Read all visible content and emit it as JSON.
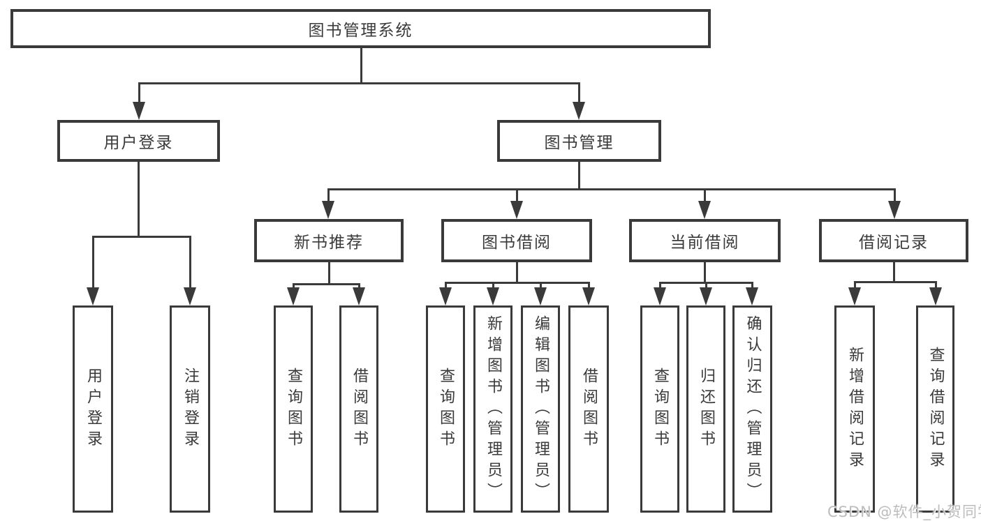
{
  "diagram": {
    "type": "hierarchy-tree",
    "title": "图书管理系统",
    "watermark": "CSDN @软件_小贺同学",
    "colors": {
      "line": "#3a3a3a",
      "text": "#3a3a3a",
      "background": "#ffffff",
      "watermark": "#bcbcbc"
    }
  },
  "nodes": {
    "root": {
      "label": "图书管理系统"
    },
    "level2": [
      {
        "label": "用户登录",
        "parent": "图书管理系统"
      },
      {
        "label": "图书管理",
        "parent": "图书管理系统"
      }
    ],
    "level3": [
      {
        "label": "新书推荐",
        "parent": "图书管理"
      },
      {
        "label": "图书借阅",
        "parent": "图书管理"
      },
      {
        "label": "当前借阅",
        "parent": "图书管理"
      },
      {
        "label": "借阅记录",
        "parent": "图书管理"
      }
    ],
    "leaves": [
      {
        "label": "用户登录",
        "parent": "用户登录"
      },
      {
        "label": "注销登录",
        "parent": "用户登录"
      },
      {
        "label": "查询图书",
        "parent": "新书推荐"
      },
      {
        "label": "借阅图书",
        "parent": "新书推荐"
      },
      {
        "label": "查询图书",
        "parent": "图书借阅"
      },
      {
        "label": "新增图书（管理员）",
        "parent": "图书借阅"
      },
      {
        "label": "编辑图书（管理员）",
        "parent": "图书借阅"
      },
      {
        "label": "借阅图书",
        "parent": "图书借阅"
      },
      {
        "label": "查询图书",
        "parent": "当前借阅"
      },
      {
        "label": "归还图书",
        "parent": "当前借阅"
      },
      {
        "label": "确认归还（管理员）",
        "parent": "当前借阅"
      },
      {
        "label": "新增借阅记录",
        "parent": "借阅记录"
      },
      {
        "label": "查询借阅记录",
        "parent": "借阅记录"
      }
    ]
  }
}
